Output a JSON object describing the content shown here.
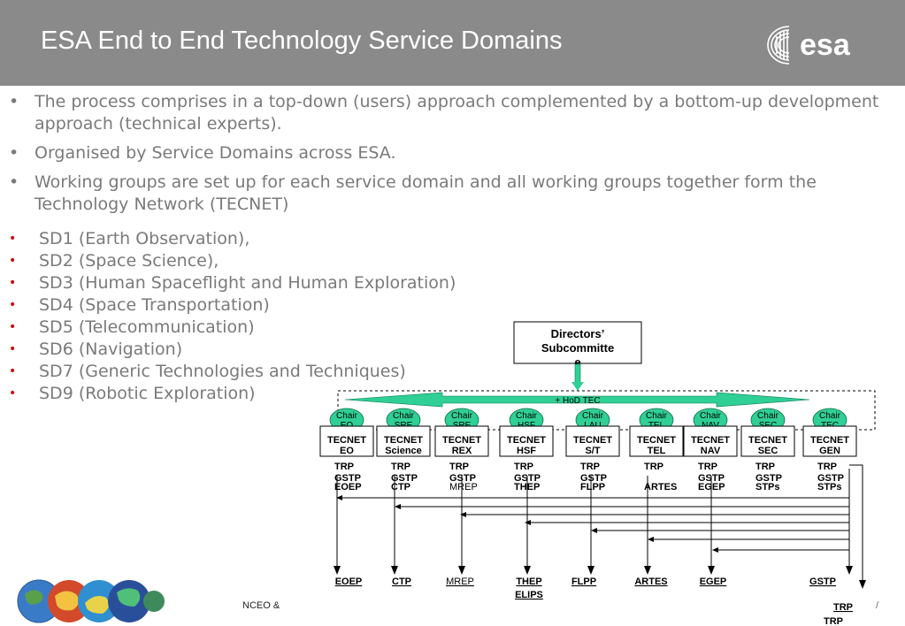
{
  "slide": {
    "title": "ESA End to End Technology Service Domains",
    "logo_text": "esa",
    "bullets": [
      "The process comprises in a top-down (users) approach complemented by a bottom-up development approach (technical experts).",
      "Organised by Service Domains across ESA.",
      "Working groups are set up for each service domain and all working groups together form the Technology Network (TECNET)"
    ],
    "service_domains": [
      "SD1 (Earth Observation),",
      "SD2 (Space Science),",
      "SD3 (Human Spaceflight and Human Exploration)",
      "SD4 (Space Transportation)",
      "SD5 (Telecommunication)",
      "SD6 (Navigation)",
      "SD7 (Generic Technologies and Techniques)",
      "SD9 (Robotic Exploration)"
    ],
    "bullet_glyph": "•",
    "footer": "NCEO &",
    "page_number": "/"
  },
  "diagram": {
    "directors_box": [
      "Directors’",
      "Subcommitte",
      "e"
    ],
    "hod_label": "+ HoD TEC",
    "chairs": [
      [
        "Chair",
        "EO"
      ],
      [
        "Chair",
        "SRE"
      ],
      [
        "Chair",
        "SRE"
      ],
      [
        "Chair",
        "HSF"
      ],
      [
        "Chair",
        "LAU"
      ],
      [
        "Chair",
        "TEL"
      ],
      [
        "Chair",
        "NAV"
      ],
      [
        "Chair",
        "SEC"
      ],
      [
        "Chair",
        "TEC"
      ]
    ],
    "tecnets": [
      [
        "TECNET",
        "EO"
      ],
      [
        "TECNET",
        "Science"
      ],
      [
        "TECNET",
        "REX"
      ],
      [
        "TECNET",
        "HSF"
      ],
      [
        "TECNET",
        "S/T"
      ],
      [
        "TECNET",
        "TEL"
      ],
      [
        "TECNET",
        "NAV"
      ],
      [
        "TECNET",
        "SEC"
      ],
      [
        "TECNET",
        "GEN"
      ]
    ],
    "programmes": [
      [
        "TRP",
        "GSTP",
        "EOEP"
      ],
      [
        "TRP",
        "GSTP",
        "CTP"
      ],
      [
        "TRP",
        "GSTP",
        "MREP"
      ],
      [
        "TRP",
        "GSTP",
        "THEP"
      ],
      [
        "TRP",
        "GSTP",
        "FLPP"
      ],
      [
        "TRP",
        "",
        "ARTES"
      ],
      [
        "TRP",
        "GSTP",
        "EGEP"
      ],
      [
        "TRP",
        "GSTP",
        "STPs"
      ],
      [
        "TRP",
        "GSTP",
        "STPs"
      ]
    ],
    "bottom_labels": [
      "EOEP",
      "CTP",
      "MREP",
      "THEP",
      "FLPP",
      "ARTES",
      "EGEP",
      "GSTP"
    ],
    "extra_bottom": [
      "ELIPS",
      "TRP",
      "TRP"
    ],
    "colors": {
      "chair_fill": "#2fcf95",
      "arrow_fill": "#2fcf95",
      "line": "#000000"
    }
  }
}
